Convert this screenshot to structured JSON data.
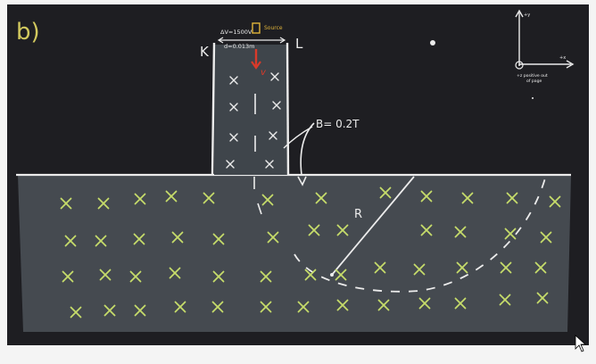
{
  "colors": {
    "board": "#1e1e22",
    "field_region": "#454a50",
    "chalk": "#ececec",
    "cross": "#c6dc6a",
    "part_label": "#d2c95e",
    "source": "#e0b43a",
    "velocity": "#d93a2a",
    "page_bg": "#f4f4f4"
  },
  "labels": {
    "part": "b)",
    "plate_left": "K",
    "plate_right": "L",
    "voltage": "ΔV=1500V",
    "gap": "d=0.013m",
    "source": "Source",
    "velocity": "v",
    "field": "B= 0.2T",
    "radius": "R",
    "axis_y": "+y",
    "axis_x": "+x",
    "axis_z_note_line1": "+z positive out",
    "axis_z_note_line2": "of page"
  },
  "icons": {
    "cursor": "mouse-pointer-icon",
    "field_marks": "cross-mark-icon"
  }
}
